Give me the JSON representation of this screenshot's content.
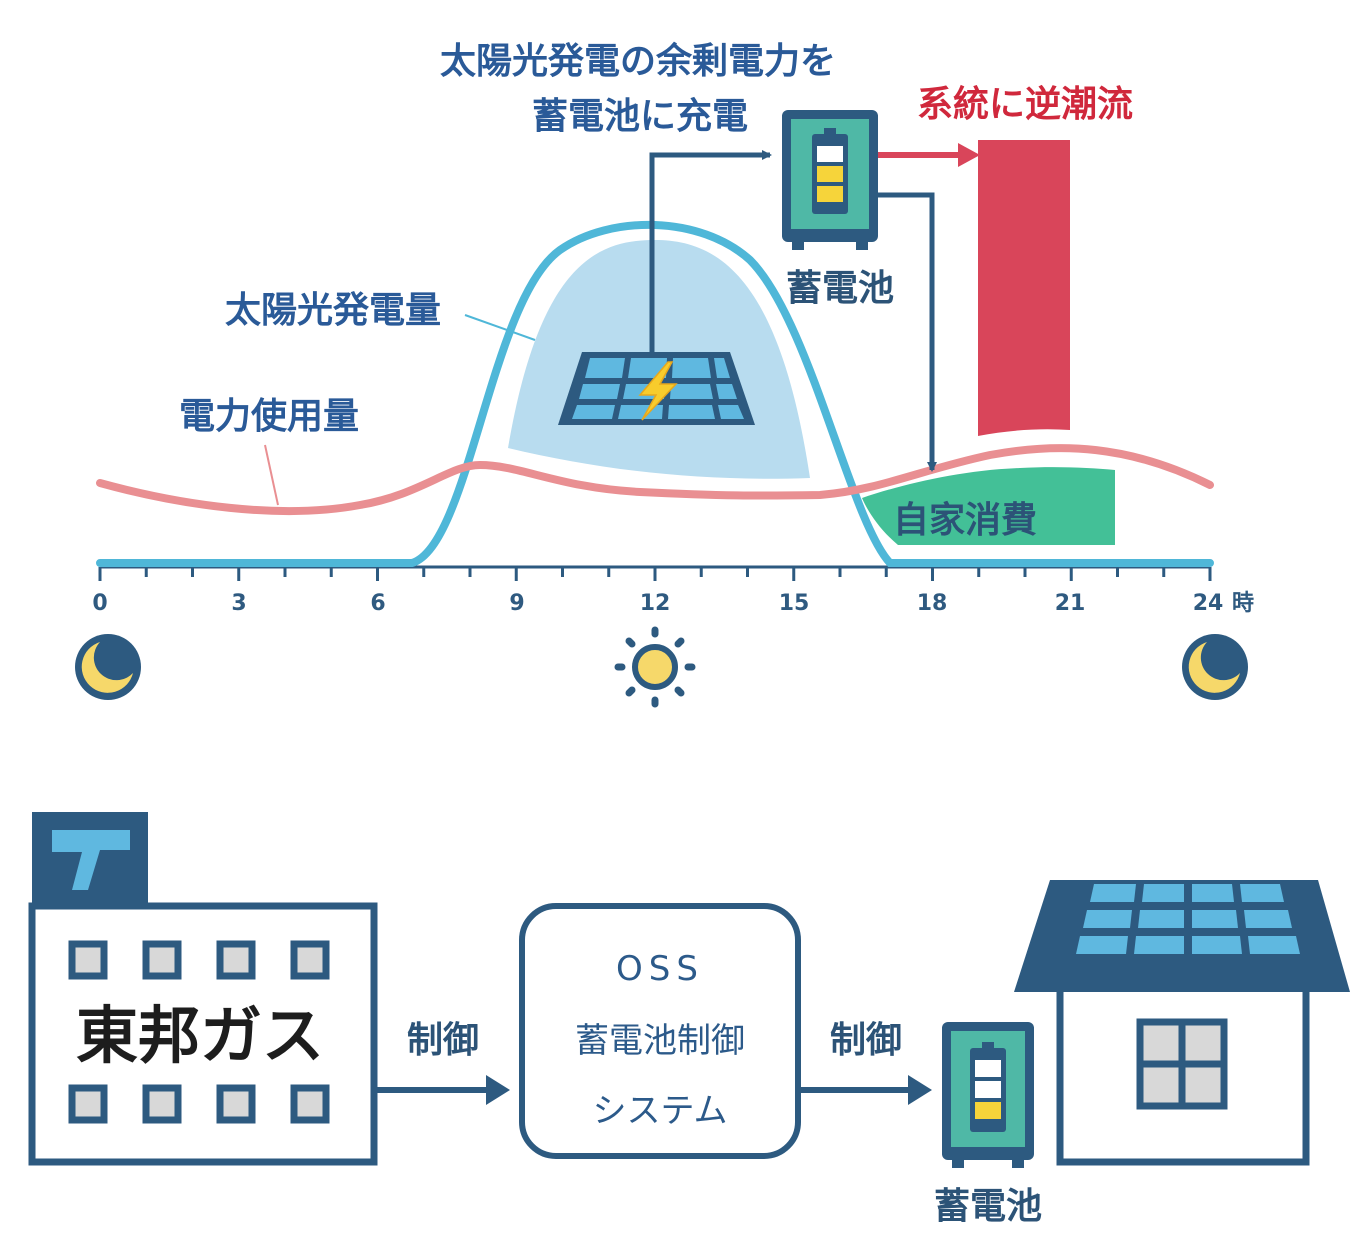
{
  "labels": {
    "charge_line1": "太陽光発電の余剰電力を",
    "charge_line2": "蓄電池に充電",
    "grid_export": "系統に逆潮流",
    "battery_top": "蓄電池",
    "solar_generation": "太陽光発電量",
    "power_usage": "電力使用量",
    "self_consumption": "自家消費",
    "hour_unit": "時"
  },
  "axis": {
    "ticks": [
      "0",
      "3",
      "6",
      "9",
      "12",
      "15",
      "18",
      "21",
      "24"
    ]
  },
  "flow": {
    "company": "東邦ガス",
    "control_left": "制御",
    "system_line1": "OSS",
    "system_line2": "蓄電池制御",
    "system_line3": "システム",
    "control_right": "制御",
    "battery_bottom": "蓄電池"
  },
  "colors": {
    "solar_line": "#4fb7d8",
    "solar_fill": "#b8dcef",
    "usage_line": "#e98f92",
    "grid_red": "#d9455a",
    "self_green": "#43c097",
    "navy": "#2d5a80",
    "battery_teal": "#4fb8a6"
  },
  "icons": [
    "crescent-moon-icon",
    "sun-icon",
    "solar-panel-icon",
    "lightning-icon",
    "battery-icon",
    "company-logo-icon",
    "house-icon"
  ]
}
